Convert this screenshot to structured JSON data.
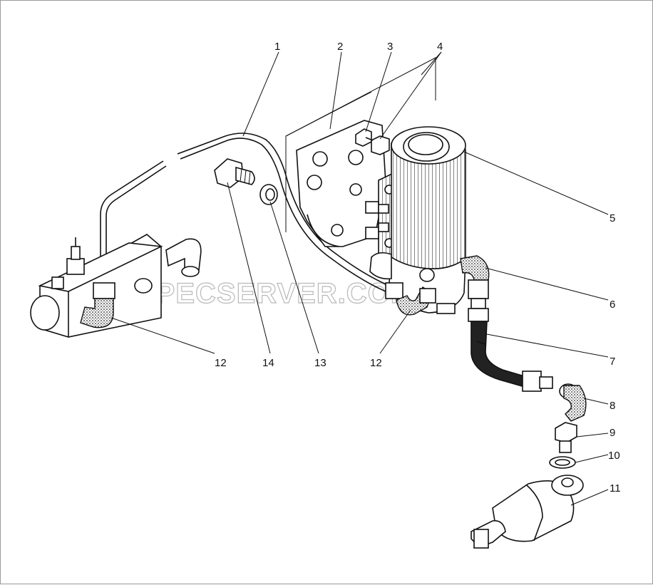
{
  "diagram": {
    "watermark": "SPECSERVER.COM",
    "callouts": [
      {
        "id": "1",
        "label": "1"
      },
      {
        "id": "2",
        "label": "2"
      },
      {
        "id": "3",
        "label": "3"
      },
      {
        "id": "4",
        "label": "4"
      },
      {
        "id": "5",
        "label": "5"
      },
      {
        "id": "6",
        "label": "6"
      },
      {
        "id": "7",
        "label": "7"
      },
      {
        "id": "8",
        "label": "8"
      },
      {
        "id": "9",
        "label": "9"
      },
      {
        "id": "10",
        "label": "10"
      },
      {
        "id": "11",
        "label": "11"
      },
      {
        "id": "12a",
        "label": "12"
      },
      {
        "id": "12b",
        "label": "12"
      },
      {
        "id": "13",
        "label": "13"
      },
      {
        "id": "14",
        "label": "14"
      }
    ]
  }
}
